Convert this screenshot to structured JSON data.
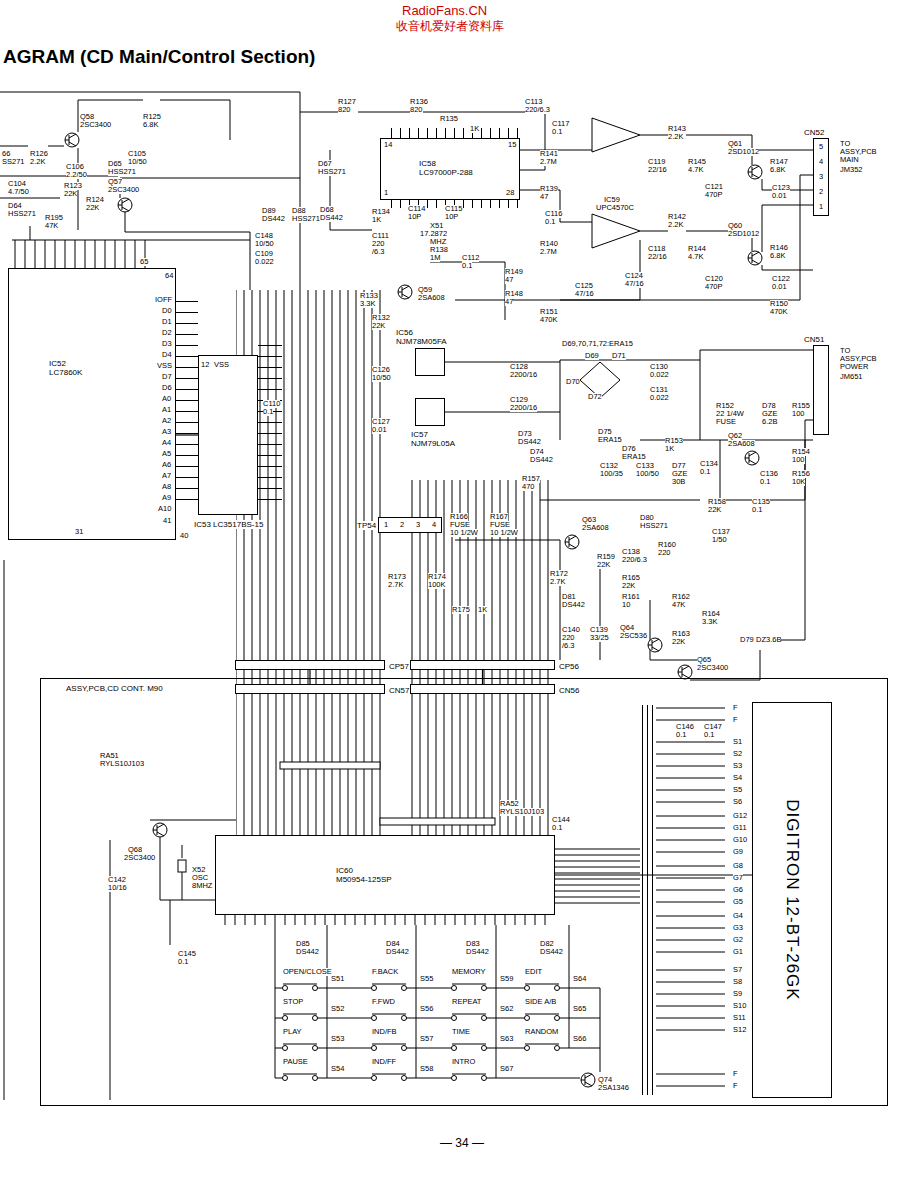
{
  "diagram": {
    "title": "AGRAM (CD Main/Control Section)",
    "nodes": [
      {
        "text": [
          "IC52",
          "LC7860K"
        ]
      },
      {
        "text": [
          "IC53 LC3517BS-15"
        ]
      },
      {
        "text": [
          "IC58",
          "LC97000P-288"
        ]
      },
      {
        "text": [
          "IC56 NJM78M05FA"
        ]
      },
      {
        "text": [
          "IC57 NJM79L05A"
        ]
      },
      {
        "text": [
          "CN52"
        ]
      },
      {
        "text": [
          "CN51"
        ]
      },
      {
        "text": [
          "TP54"
        ]
      },
      {
        "text": [
          "CP57"
        ]
      },
      {
        "text": [
          "CP56"
        ]
      },
      {
        "text": [
          "ASSY,PCB,CD CONT. M90"
        ]
      },
      {
        "text": [
          "CN57"
        ],
        "in": 10
      },
      {
        "text": [
          "CN56"
        ],
        "in": 10
      },
      {
        "text": [
          "IC60",
          "M50954-125SP"
        ],
        "in": 10
      },
      {
        "text": [
          "DIGITRON 12-BT-26GK"
        ],
        "in": 10
      }
    ],
    "edges": [
      {
        "from": 0,
        "to": 1,
        "arrow": "none"
      },
      {
        "from": 8,
        "to": 11,
        "arrow": "none"
      },
      {
        "from": 9,
        "to": 12,
        "arrow": "none"
      },
      {
        "from": 13,
        "to": 14,
        "arrow": "none"
      }
    ],
    "labels": [
      "RadioFans.CN",
      "收音机爱好者资料库",
      "— 34 —",
      "Q58",
      "2SC3400",
      "R125",
      "6.8K",
      "66",
      "SS271",
      "R126",
      "2.2K",
      "C106",
      "2.2/50",
      "C105",
      "10/50",
      "C104",
      "4.7/50",
      "R123",
      "22K",
      "D65",
      "HSS271",
      "Q57",
      "2SC3400",
      "D64",
      "HSS271",
      "R124",
      "22K",
      "R195",
      "47K",
      "R127",
      "820",
      "R136",
      "820",
      "R135",
      "1K",
      "C113",
      "220/6.3",
      "C117",
      "0.1",
      "14",
      "15",
      "1",
      "28",
      "R141",
      "2.7M",
      "R139",
      "47",
      "D67",
      "HSS271",
      "D68",
      "DS442",
      "D89",
      "DS442",
      "D88",
      "HSS271",
      "C148",
      "10/50",
      "C109",
      "0.022",
      "R134",
      "1K",
      "C111",
      "220",
      "/6.3",
      "C114",
      "10P",
      "C115",
      "10P",
      "X51",
      "17.2872",
      "MHZ",
      "R138",
      "1M",
      "C112",
      "0.1",
      "C116",
      "0.1",
      "R140",
      "2.7M",
      "IC59",
      "UPC4570C",
      "R143",
      "2.2K",
      "C119",
      "22/16",
      "R145",
      "4.7K",
      "C121",
      "470P",
      "Q61",
      "2SD1012",
      "R147",
      "6.8K",
      "C123",
      "0.01",
      "R142",
      "2.2K",
      "C118",
      "22/16",
      "R144",
      "4.7K",
      "C120",
      "470P",
      "Q60",
      "2SD1012",
      "R146",
      "6.8K",
      "C122",
      "0.01",
      "R150",
      "470K",
      "C124",
      "47/16",
      "C125",
      "47/16",
      "R149",
      "47",
      "R148",
      "47",
      "R151",
      "470K",
      "TO",
      "ASSY,PCB",
      "MAIN",
      "JM352",
      "5",
      "4",
      "3",
      "2",
      "1",
      "TO",
      "ASSY,PCB",
      "POWER",
      "JM651",
      "Q59",
      "2SA608",
      "R133",
      "3.3K",
      "R132",
      "22K",
      "C126",
      "10/50",
      "C127",
      "0.01",
      "C128",
      "2200/16",
      "C129",
      "2200/16",
      "D69,70,71,72:ERA15",
      "D69",
      "D71",
      "D70",
      "D72",
      "C130",
      "0.022",
      "C131",
      "0.022",
      "D73",
      "DS442",
      "D74",
      "DS442",
      "R157",
      "470",
      "D75",
      "ERA15",
      "D76",
      "ERA15",
      "R152",
      "22 1/4W",
      "FUSE",
      "Q62",
      "2SA608",
      "D78",
      "GZE",
      "6.2B",
      "R155",
      "100",
      "R153",
      "1K",
      "R154",
      "100",
      "C132",
      "100/35",
      "C133",
      "100/50",
      "D77",
      "GZE",
      "30B",
      "C134",
      "0.1",
      "C136",
      "0.1",
      "R156",
      "10K",
      "R158",
      "22K",
      "C135",
      "0.1",
      "C137",
      "1/50",
      "1",
      "2",
      "3",
      "4",
      "R166",
      "FUSE",
      "10 1/2W",
      "R167",
      "FUSE",
      "10 1/2W",
      "Q63",
      "2SA608",
      "D80",
      "HSS271",
      "R159",
      "22K",
      "C138",
      "220/6.3",
      "R160",
      "220",
      "R172",
      "2.7K",
      "R165",
      "22K",
      "R173",
      "2.7K",
      "R174",
      "100K",
      "R175",
      "1K",
      "D81",
      "DS442",
      "R161",
      "10",
      "R162",
      "47K",
      "R164",
      "3.3K",
      "R163",
      "22K",
      "C140",
      "220",
      "/6.3",
      "C139",
      "33/25",
      "Q64",
      "2SC536",
      "Q65",
      "2SC3400",
      "D79",
      "DZ3.6B",
      "IOFF",
      "D0",
      "D1",
      "D2",
      "D3",
      "D4",
      "VSS",
      "D7",
      "D6",
      "A0",
      "A1",
      "A2",
      "A3",
      "A4",
      "A5",
      "A6",
      "A7",
      "A8",
      "A9",
      "A10",
      "64",
      "41",
      "40",
      "31",
      "65",
      "VSS",
      "12",
      "C110",
      "0.1",
      "RA51",
      "RYLS10J103",
      "RA52",
      "RYLS10J103",
      "C144",
      "0.1",
      "C146",
      "0.1",
      "C147",
      "0.1",
      "Q68",
      "2SC3400",
      "C142",
      "10/16",
      "X52",
      "OSC",
      "8MHZ",
      "C145",
      "0.1",
      "D85",
      "DS442",
      "D84",
      "DS442",
      "D83",
      "DS442",
      "D82",
      "DS442",
      "OPEN/CLOSE",
      "S51",
      "F.BACK",
      "S55",
      "MEMORY",
      "S59",
      "EDIT",
      "S64",
      "STOP",
      "S52",
      "F.FWD",
      "S56",
      "REPEAT",
      "S62",
      "SIDE A/B",
      "S65",
      "PLAY",
      "S53",
      "IND/FB",
      "S57",
      "TIME",
      "S63",
      "RANDOM",
      "S66",
      "PAUSE",
      "S54",
      "IND/FF",
      "S58",
      "INTRO",
      "S67",
      "Q74",
      "2SA1346",
      "F",
      "F",
      "S1",
      "S2",
      "S3",
      "S4",
      "S5",
      "S6",
      "G12",
      "G11",
      "G10",
      "G9",
      "G8",
      "G7",
      "G6",
      "G5",
      "G4",
      "G3",
      "G2",
      "G1",
      "S7",
      "S8",
      "S9",
      "S10",
      "S11",
      "S12",
      "F",
      "F"
    ]
  }
}
